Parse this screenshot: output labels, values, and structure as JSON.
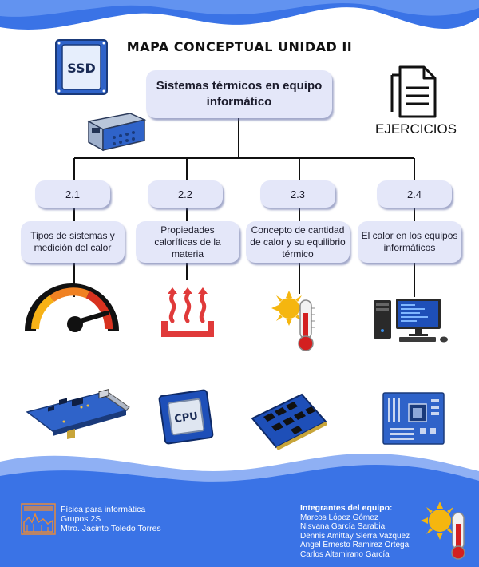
{
  "title": "MAPA CONCEPTUAL UNIDAD II",
  "main_topic": "Sistemas térmicos en equipo informático",
  "side_label": "EJERCICIOS",
  "topics": [
    {
      "number": "2.1",
      "label": "Tipos de sistemas y medición del calor",
      "icon": "speedometer-gauge-icon"
    },
    {
      "number": "2.2",
      "label": "Propiedades caloríficas de la materia",
      "icon": "heat-waves-icon"
    },
    {
      "number": "2.3",
      "label": "Concepto de cantidad de calor y su equilibrio térmico",
      "icon": "sun-thermometer-icon"
    },
    {
      "number": "2.4",
      "label": "El calor en los equipos informáticos",
      "icon": "desktop-computer-icon"
    }
  ],
  "hardware_icons": [
    "ssd-icon",
    "power-supply-icon",
    "network-card-icon",
    "cpu-chip-icon",
    "ram-module-icon",
    "motherboard-icon",
    "document-icon"
  ],
  "colors": {
    "accent_blue": "#2f6ae0",
    "box_fill": "#e4e7f9",
    "logo_orange": "#e58a3c"
  },
  "footer": {
    "left_lines": [
      "Física para informática",
      "Grupos 2S",
      "Mtro. Jacinto Toledo Torres"
    ],
    "team_heading": "Integrantes del equipo:",
    "members": [
      "Marcos López Gómez",
      "Nisvana García Sarabia",
      "Dennis Amittay Sierra Vazquez",
      "Angel Ernesto Ramirez Ortega",
      "Carlos Altamirano García"
    ]
  }
}
